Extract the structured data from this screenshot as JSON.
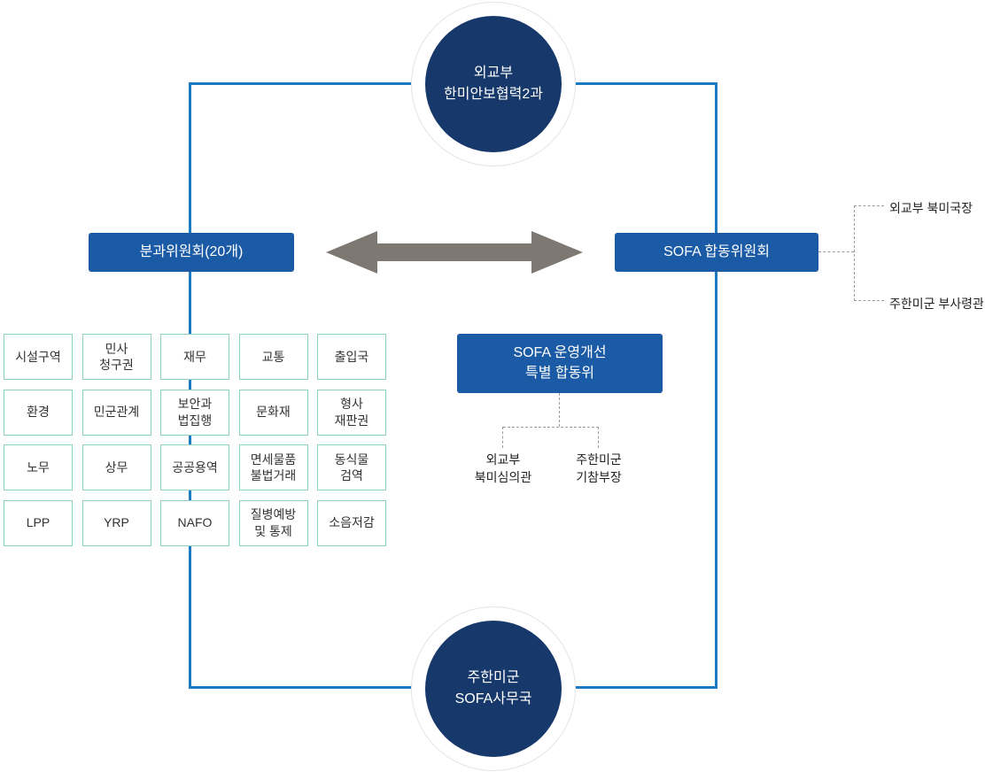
{
  "colors": {
    "circle_navy": "#17386B",
    "box_blue": "#1B5BA5",
    "frame_blue": "#1B7AC1",
    "arrow_gray": "#7D7872",
    "cell_border_teal": "#8AD1C2"
  },
  "top_circle": {
    "label": "외교부\n한미안보협력2과"
  },
  "bottom_circle": {
    "label": "주한미군\nSOFA사무국"
  },
  "left_box": {
    "label": "분과위원회(20개)"
  },
  "right_box": {
    "label": "SOFA 합동위원회"
  },
  "joint_committee_heads": {
    "top": "외교부 북미국장",
    "bottom": "주한미군 부사령관"
  },
  "special_committee": {
    "label": "SOFA 운영개선\n특별 합동위",
    "left_head": "외교부\n북미심의관",
    "right_head": "주한미군\n기참부장"
  },
  "subcommittees": {
    "cells": [
      "시설구역",
      "민사\n청구권",
      "재무",
      "교통",
      "출입국",
      "환경",
      "민군관계",
      "보안과\n법집행",
      "문화재",
      "형사\n재판권",
      "노무",
      "상무",
      "공공용역",
      "면세물품\n불법거래",
      "동식물\n검역",
      "LPP",
      "YRP",
      "NAFO",
      "질병예방\n및 통제",
      "소음저감"
    ]
  }
}
